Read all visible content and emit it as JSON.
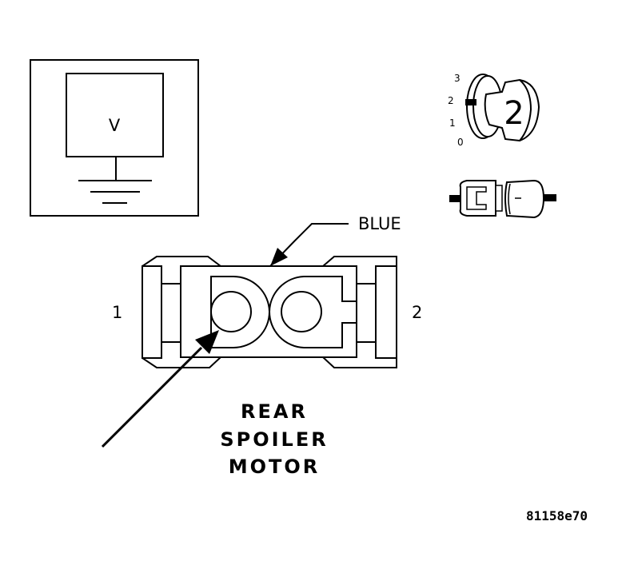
{
  "meter": {
    "symbol": "V"
  },
  "selector": {
    "scale": [
      "3",
      "2",
      "1",
      "0"
    ],
    "knob_value": "2"
  },
  "connector": {
    "wire_color": "BLUE",
    "pin_left": "1",
    "pin_right": "2"
  },
  "caption": {
    "line1": "REAR",
    "line2": "SPOILER",
    "line3": "MOTOR"
  },
  "figure_id": "81158e70"
}
